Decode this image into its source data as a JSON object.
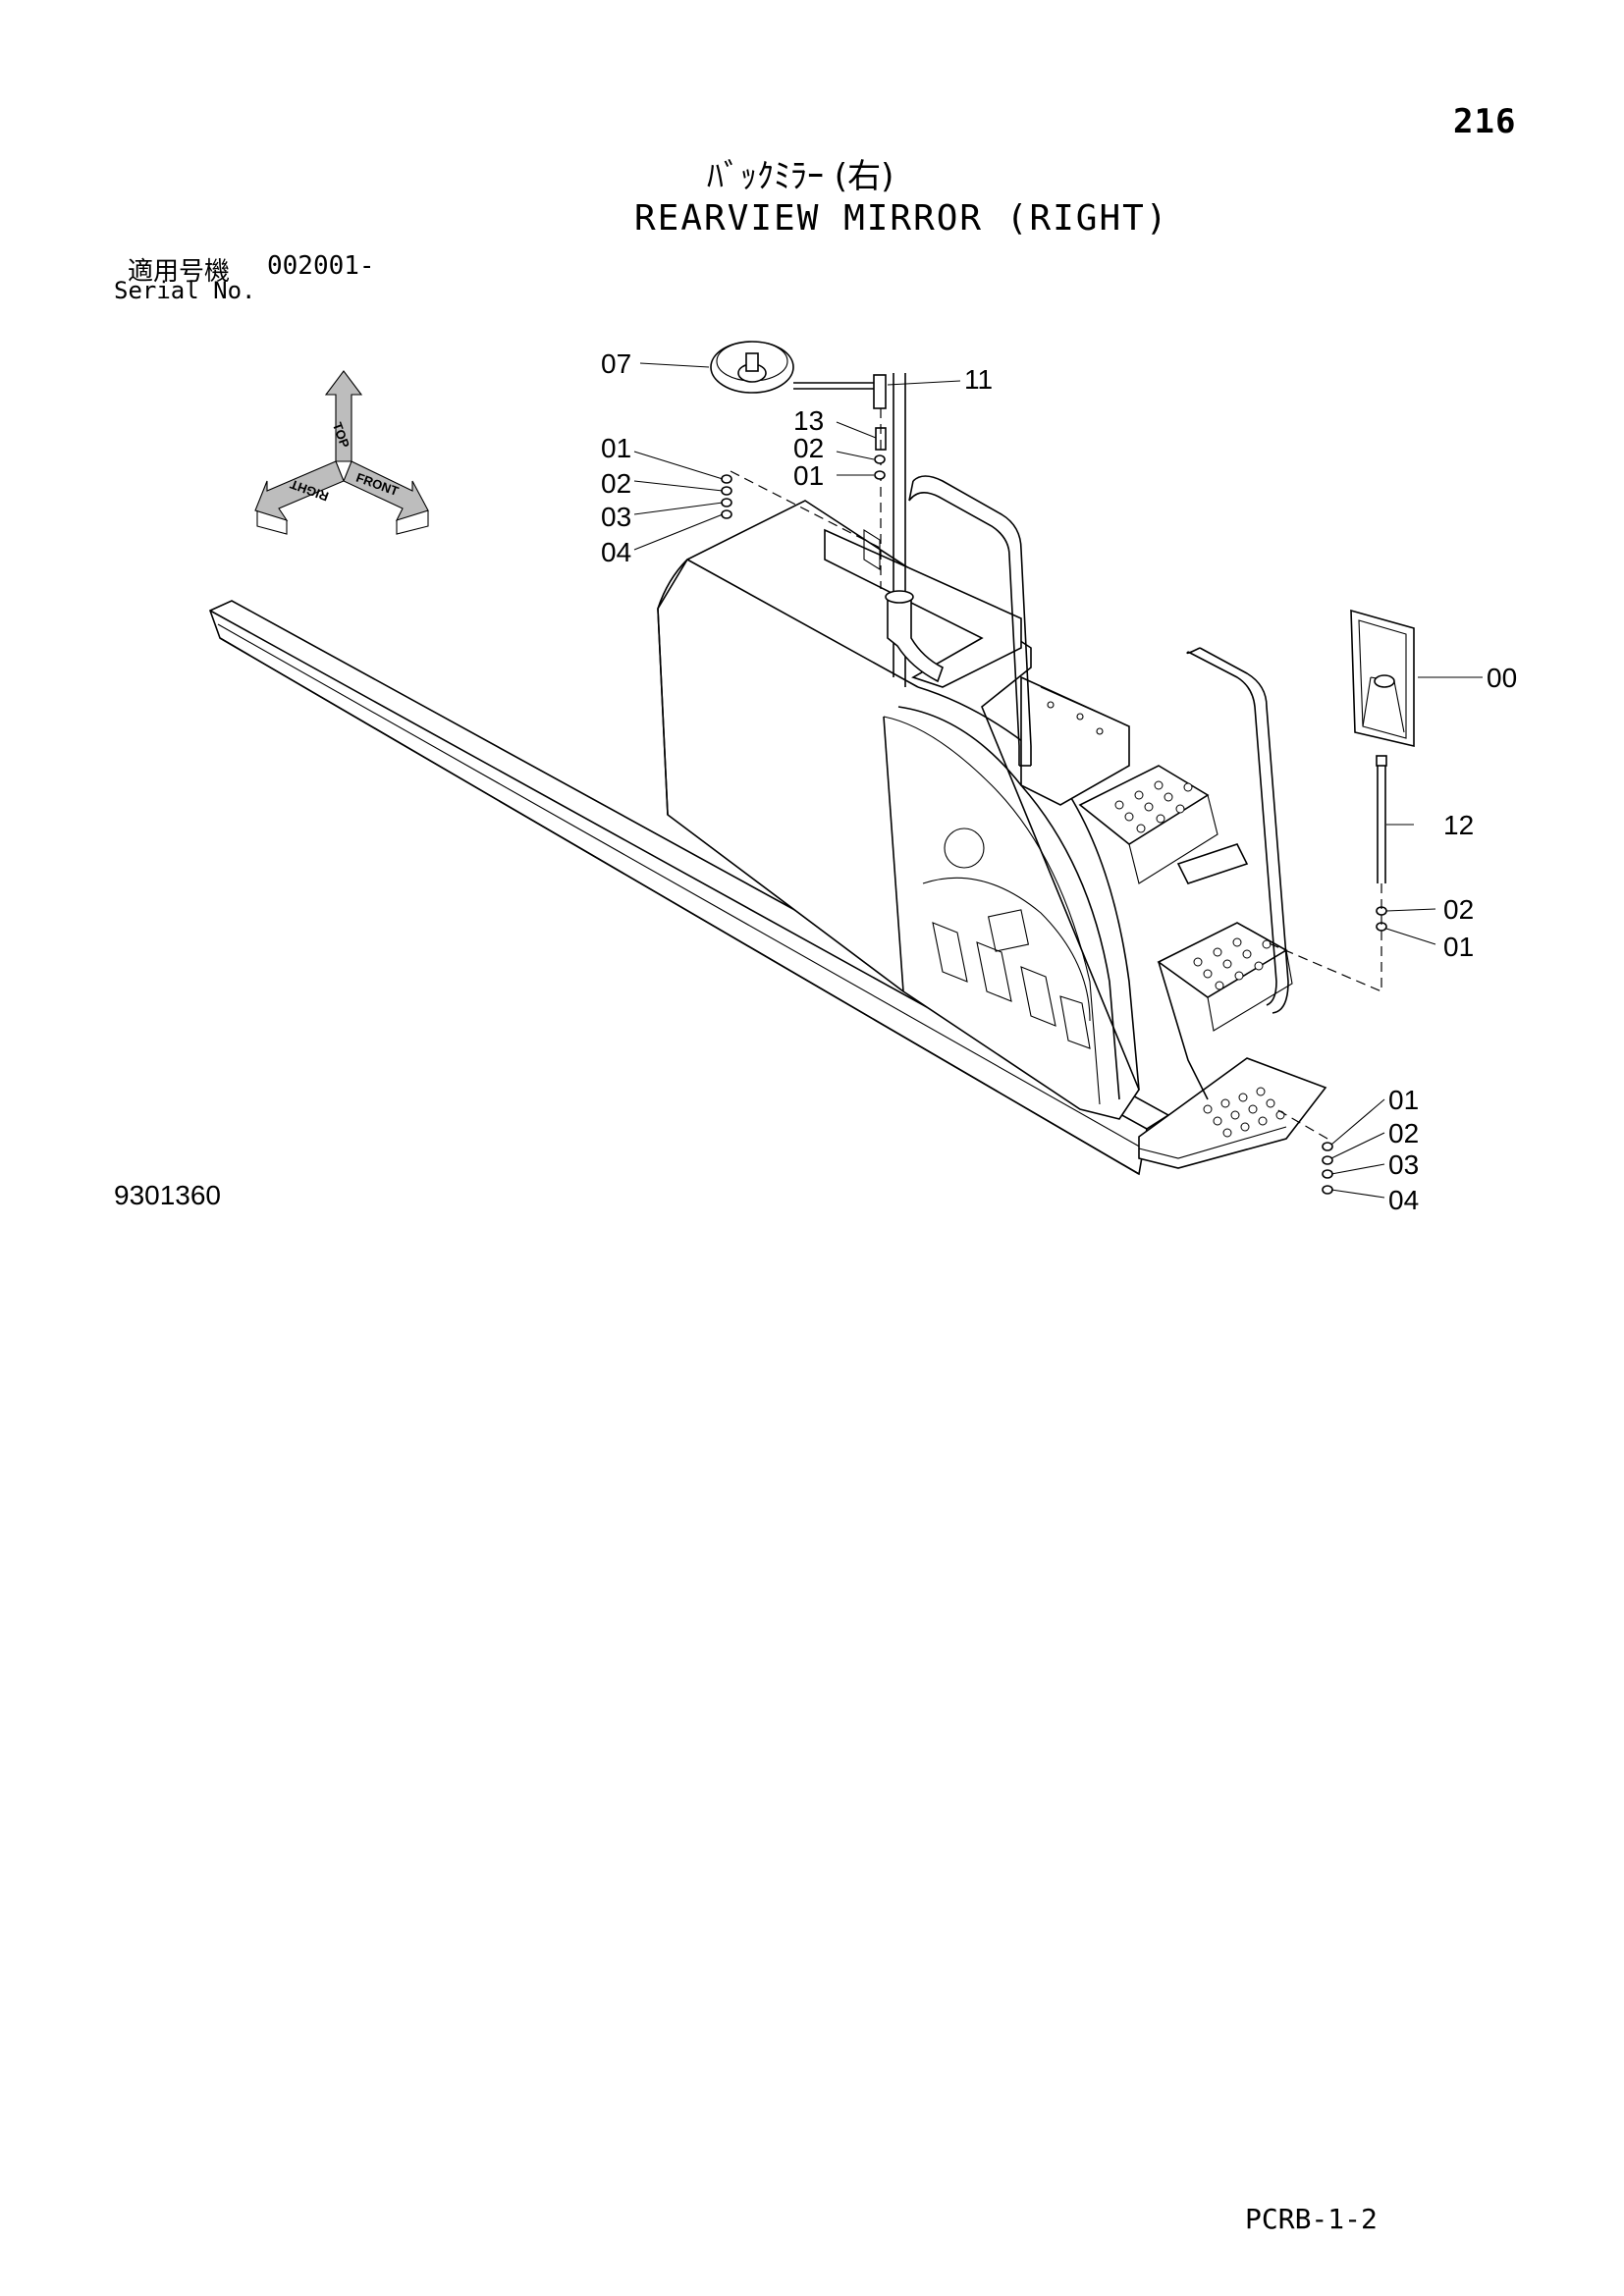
{
  "page": {
    "number": "216",
    "title_jp": "ﾊﾞｯｸﾐﾗｰ (右)",
    "title_en": "REARVIEW MIRROR (RIGHT)",
    "serial_label_jp": "適用号機",
    "serial_value": "002001-",
    "serial_label_en": "Serial No.",
    "drawing_number": "9301360",
    "page_code": "PCRB-1-2"
  },
  "orientation": {
    "top": "TOP",
    "right": "RIGHT",
    "front": "FRONT"
  },
  "callouts": {
    "c07": "07",
    "c11": "11",
    "c13": "13",
    "c02_top": "02",
    "c01_top": "01",
    "c01_left": "01",
    "c02_left": "02",
    "c03_left": "03",
    "c04_left": "04",
    "c00": "00",
    "c12": "12",
    "c02_right": "02",
    "c01_right": "01",
    "c01_bottom": "01",
    "c02_bottom": "02",
    "c03_bottom": "03",
    "c04_bottom": "04"
  }
}
